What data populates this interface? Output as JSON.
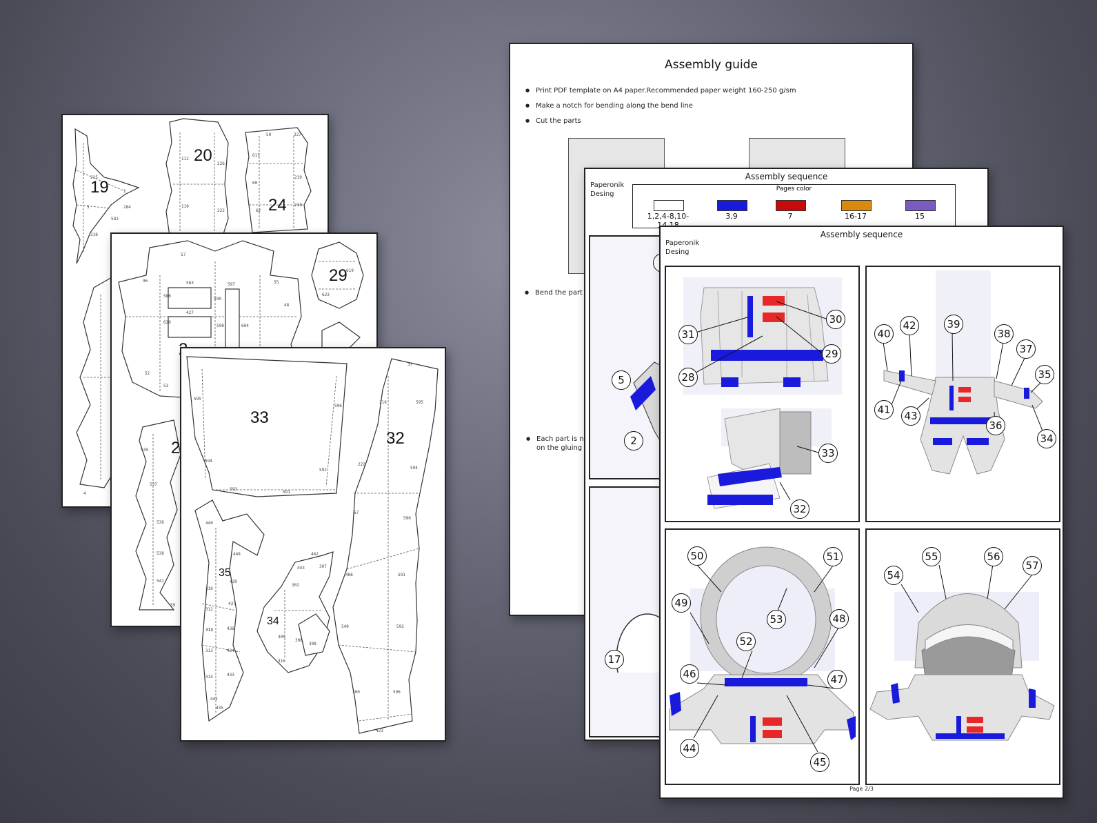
{
  "pattern_sheets": {
    "sheet_a": {
      "part_numbers": [
        "19",
        "20",
        "24"
      ],
      "edge_labels": [
        "215",
        "1",
        "5",
        "284",
        "582",
        "318",
        "112",
        "226",
        "110",
        "222",
        "50",
        "227",
        "219",
        "218",
        "62",
        "611",
        "60",
        "4"
      ]
    },
    "sheet_b": {
      "part_numbers": [
        "29",
        "2",
        "2"
      ],
      "edge_labels": [
        "583",
        "597",
        "586",
        "590",
        "626",
        "427",
        "598",
        "604",
        "96",
        "55",
        "57",
        "48",
        "52",
        "53",
        "539",
        "537",
        "536",
        "538",
        "541",
        "59",
        "619",
        "623"
      ]
    },
    "sheet_c": {
      "part_numbers": [
        "33",
        "32",
        "35",
        "34"
      ],
      "edge_labels": [
        "595",
        "596",
        "594",
        "593",
        "591",
        "592",
        "37",
        "216",
        "222",
        "595",
        "594",
        "590",
        "591",
        "592",
        "596",
        "423",
        "67",
        "486",
        "540",
        "300",
        "440",
        "448",
        "439",
        "437",
        "436",
        "434",
        "433",
        "441",
        "435",
        "312",
        "313",
        "314",
        "311",
        "310",
        "313",
        "442",
        "443",
        "307",
        "302",
        "305",
        "306",
        "316",
        "308"
      ]
    }
  },
  "guide": {
    "title": "Assembly guide",
    "bullets": [
      "Print PDF template on A4 paper.Recommended paper weight 160-250 g/sm",
      "Make a notch for bending along the bend line",
      "Cut the parts"
    ],
    "bend_text": "Bend the part a",
    "numbering_line1": "Each part is nu",
    "numbering_line2": "on the gluing lin"
  },
  "sequence_back": {
    "title": "Assembly sequence",
    "brand_line1": "Paperonik",
    "brand_line2": "Desing",
    "pages_color_title": "Pages color",
    "swatches": [
      {
        "label": "1,2,4-8,10-14,18",
        "color": "#ffffff"
      },
      {
        "label": "3,9",
        "color": "#1a1adc"
      },
      {
        "label": "7",
        "color": "#c80a0a"
      },
      {
        "label": "16-17",
        "color": "#d88a10"
      },
      {
        "label": "15",
        "color": "#7a5cc0"
      }
    ],
    "callouts": [
      "1",
      "5",
      "2",
      "17"
    ]
  },
  "sequence_front": {
    "title": "Assembly sequence",
    "brand_line1": "Paperonik",
    "brand_line2": "Desing",
    "panel1_callouts": [
      "31",
      "30",
      "29",
      "28",
      "33",
      "32"
    ],
    "panel2_callouts": [
      "40",
      "42",
      "39",
      "38",
      "37",
      "35",
      "41",
      "43",
      "36",
      "34"
    ],
    "panel3_callouts": [
      "50",
      "51",
      "49",
      "53",
      "48",
      "52",
      "46",
      "47",
      "44",
      "45"
    ],
    "panel4_callouts": [
      "55",
      "56",
      "54",
      "57"
    ],
    "footer": "Page 2/3"
  },
  "colors": {
    "background": "#5e606e",
    "suit_blue": "#1a1adc",
    "flag_red": "#e82828",
    "suit_gray": "#d9d9d9"
  }
}
